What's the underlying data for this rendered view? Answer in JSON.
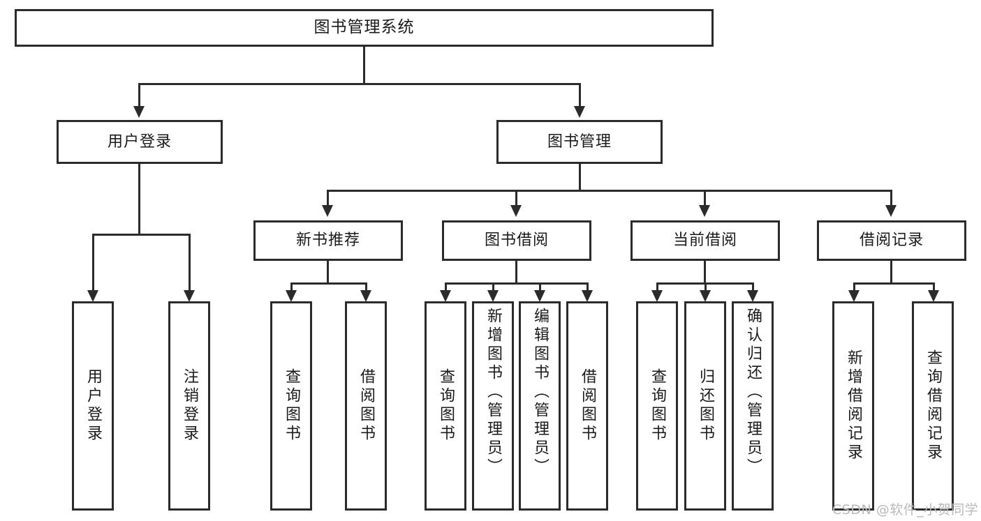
{
  "diagram": {
    "type": "tree-hierarchy-chart",
    "title": "图书管理系统",
    "root": {
      "id": "root",
      "label": "图书管理系统"
    },
    "level1": [
      {
        "id": "user-login",
        "label": "用户登录"
      },
      {
        "id": "book-manage",
        "label": "图书管理"
      }
    ],
    "level2": [
      {
        "id": "new-book-recommend",
        "label": "新书推荐",
        "parent": "book-manage"
      },
      {
        "id": "book-borrow",
        "label": "图书借阅",
        "parent": "book-manage"
      },
      {
        "id": "current-borrow",
        "label": "当前借阅",
        "parent": "book-manage"
      },
      {
        "id": "borrow-record",
        "label": "借阅记录",
        "parent": "book-manage"
      }
    ],
    "leaves": [
      {
        "id": "leaf-user-login",
        "label": "用户登录",
        "parent": "user-login"
      },
      {
        "id": "leaf-user-logout",
        "label": "注销登录",
        "parent": "user-login"
      },
      {
        "id": "leaf-query-book-1",
        "label": "查询图书",
        "parent": "new-book-recommend"
      },
      {
        "id": "leaf-borrow-book-1",
        "label": "借阅图书",
        "parent": "new-book-recommend"
      },
      {
        "id": "leaf-query-book-2",
        "label": "查询图书",
        "parent": "book-borrow"
      },
      {
        "id": "leaf-add-book",
        "label": "新增图书（管理员）",
        "parent": "book-borrow"
      },
      {
        "id": "leaf-edit-book",
        "label": "编辑图书（管理员）",
        "parent": "book-borrow"
      },
      {
        "id": "leaf-borrow-book-2",
        "label": "借阅图书",
        "parent": "book-borrow"
      },
      {
        "id": "leaf-query-book-3",
        "label": "查询图书",
        "parent": "current-borrow"
      },
      {
        "id": "leaf-return-book",
        "label": "归还图书",
        "parent": "current-borrow"
      },
      {
        "id": "leaf-confirm-return",
        "label": "确认归还（管理员）",
        "parent": "current-borrow"
      },
      {
        "id": "leaf-add-borrow-record",
        "label": "新增借阅记录",
        "parent": "borrow-record"
      },
      {
        "id": "leaf-query-borrow-record",
        "label": "查询借阅记录",
        "parent": "borrow-record"
      }
    ],
    "watermark": "CSDN @软件_小贺同学",
    "colors": {
      "stroke": "#2b2b2b",
      "fill": "#ffffff",
      "text": "#1a1a1a",
      "watermark": "#b9b9b9"
    }
  }
}
